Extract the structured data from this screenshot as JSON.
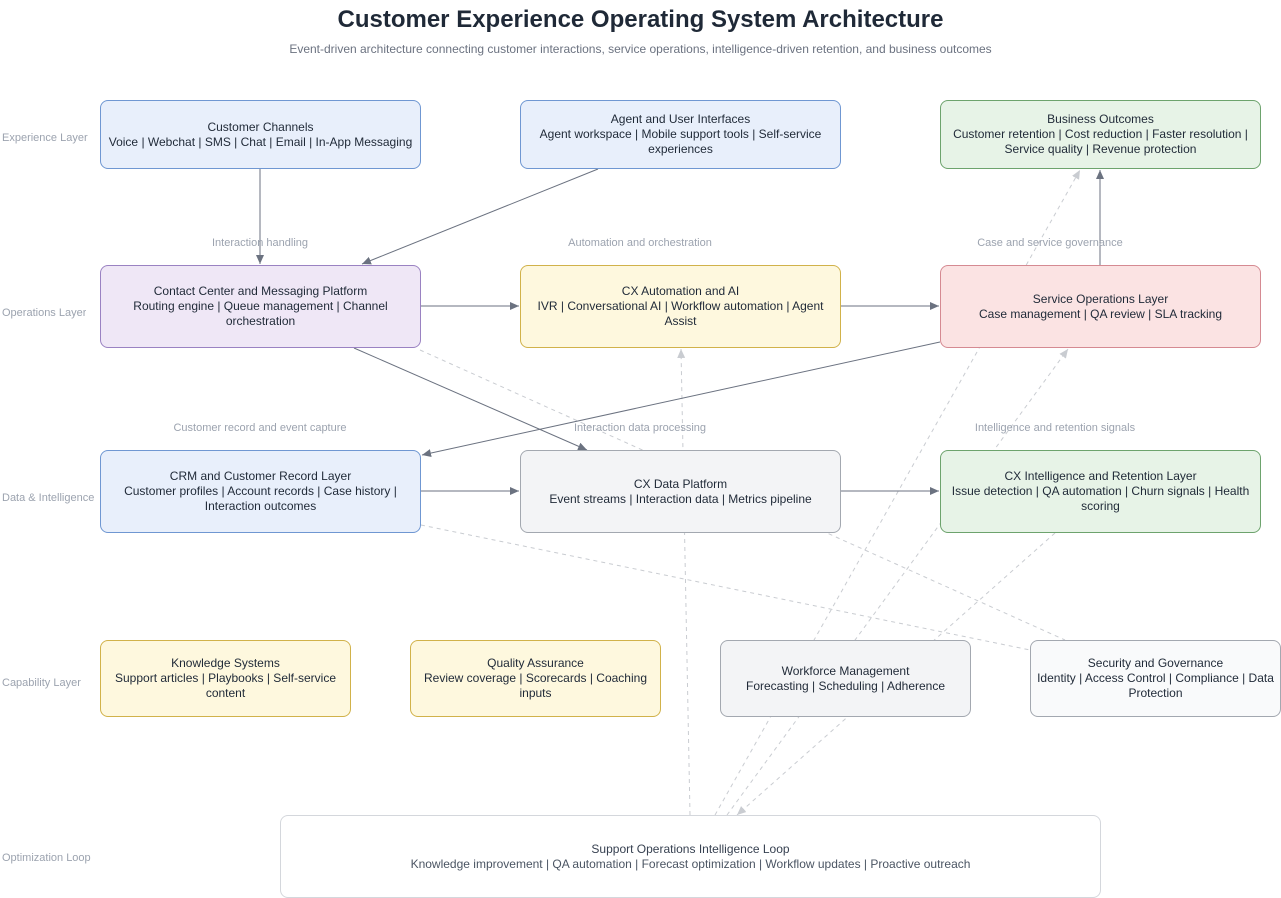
{
  "header": {
    "title": "Customer Experience Operating System Architecture",
    "subtitle": "Event-driven architecture connecting customer interactions, service operations, intelligence-driven retention, and business outcomes"
  },
  "layers": {
    "experience": "Experience Layer",
    "operations": "Operations Layer",
    "data": "Data & Intelligence Layer",
    "capability": "Capability Layer",
    "optimization": "Optimization Loop"
  },
  "connection_labels": {
    "interaction_handling": "Interaction handling",
    "automation": "Automation and orchestration",
    "case_governance": "Case and service governance",
    "record_capture": "Customer record and event capture",
    "data_processing": "Interaction data processing",
    "retention_signals": "Intelligence and retention signals"
  },
  "nodes": {
    "customer_channels": {
      "title": "Customer Channels",
      "detail": "Voice | Webchat | SMS | Chat | Email | In-App Messaging"
    },
    "agent_interfaces": {
      "title": "Agent and User Interfaces",
      "detail": "Agent workspace | Mobile support tools | Self-service experiences"
    },
    "business_outcomes": {
      "title": "Business Outcomes",
      "detail": "Customer retention | Cost reduction | Faster resolution | Service quality | Revenue protection"
    },
    "contact_center": {
      "title": "Contact Center and Messaging Platform",
      "detail": "Routing engine | Queue management | Channel orchestration"
    },
    "cx_automation": {
      "title": "CX Automation and AI",
      "detail": "IVR | Conversational AI | Workflow automation | Agent Assist"
    },
    "service_operations": {
      "title": "Service Operations Layer",
      "detail": "Case management | QA review | SLA tracking"
    },
    "crm": {
      "title": "CRM and Customer Record Layer",
      "detail": "Customer profiles | Account records | Case history | Interaction outcomes"
    },
    "cx_data_platform": {
      "title": "CX Data Platform",
      "detail": "Event streams | Interaction data | Metrics pipeline"
    },
    "cx_intelligence": {
      "title": "CX Intelligence and Retention Layer",
      "detail": "Issue detection | QA automation | Churn signals | Health scoring"
    },
    "knowledge_systems": {
      "title": "Knowledge Systems",
      "detail": "Support articles | Playbooks | Self-service content"
    },
    "quality_assurance": {
      "title": "Quality Assurance",
      "detail": "Review coverage | Scorecards | Coaching inputs"
    },
    "workforce_management": {
      "title": "Workforce Management",
      "detail": "Forecasting | Scheduling | Adherence"
    },
    "security_governance": {
      "title": "Security and Governance",
      "detail": "Identity | Access Control | Compliance | Data Protection"
    },
    "intelligence_loop": {
      "title": "Support Operations Intelligence Loop",
      "detail": "Knowledge improvement | QA automation | Forecast optimization | Workflow updates | Proactive outreach"
    }
  },
  "colors": {
    "solid_edge": "#6b7280",
    "dashed_edge": "#c9ccd1"
  }
}
